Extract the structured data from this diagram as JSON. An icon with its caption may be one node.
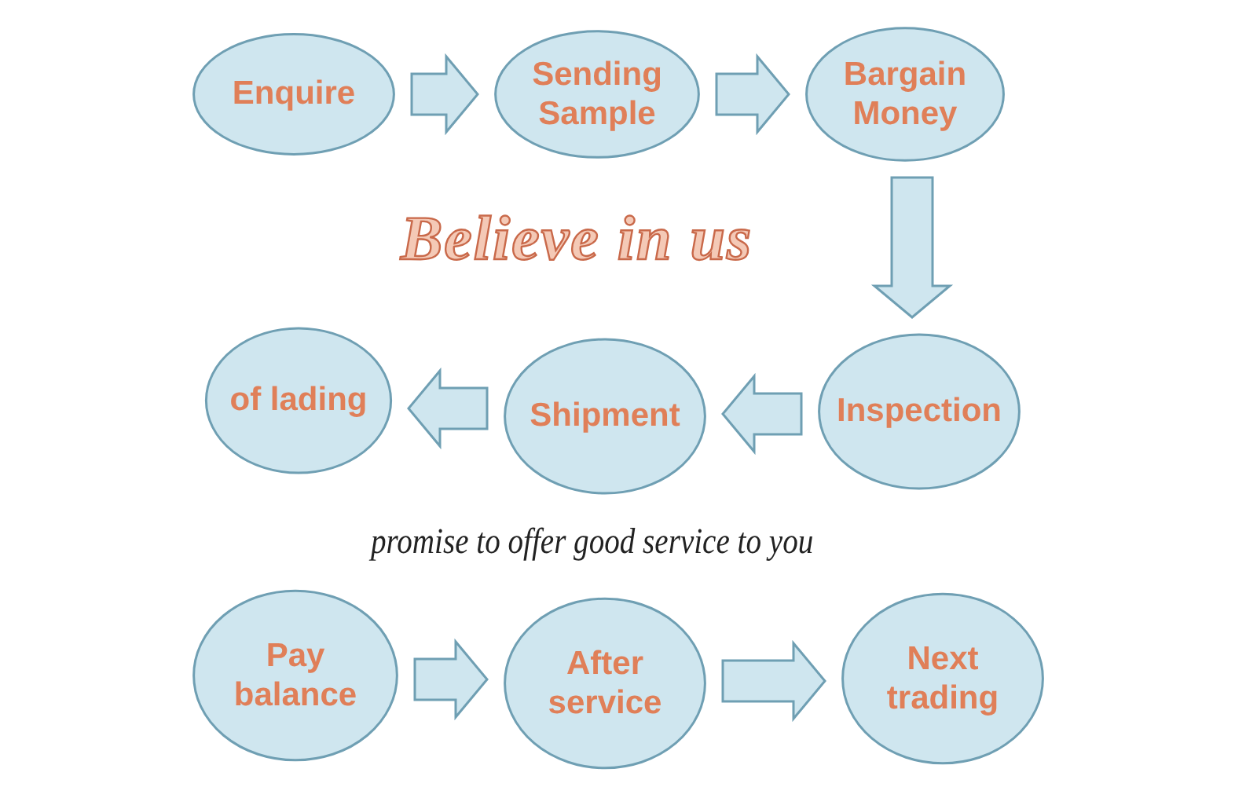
{
  "diagram": {
    "nodes": [
      {
        "text": [
          "Enquire"
        ]
      },
      {
        "text": [
          "Sending Sample"
        ]
      },
      {
        "text": [
          "Bargain Money"
        ]
      },
      {
        "text": [
          "of lading"
        ]
      },
      {
        "text": [
          "Shipment"
        ]
      },
      {
        "text": [
          "Inspection"
        ]
      },
      {
        "text": [
          "Pay balance"
        ]
      },
      {
        "text": [
          "After service"
        ]
      },
      {
        "text": [
          "Next trading"
        ]
      }
    ],
    "edges": [
      {
        "from": 0,
        "to": 1,
        "arrow": "to"
      },
      {
        "from": 1,
        "to": 2,
        "arrow": "to"
      },
      {
        "from": 2,
        "to": 5,
        "arrow": "to"
      },
      {
        "from": 5,
        "to": 4,
        "arrow": "to"
      },
      {
        "from": 4,
        "to": 3,
        "arrow": "to"
      },
      {
        "from": 6,
        "to": 7,
        "arrow": "to"
      },
      {
        "from": 7,
        "to": 8,
        "arrow": "to"
      }
    ],
    "labels": [
      "Believe in us",
      "promise to offer good service to you"
    ]
  }
}
